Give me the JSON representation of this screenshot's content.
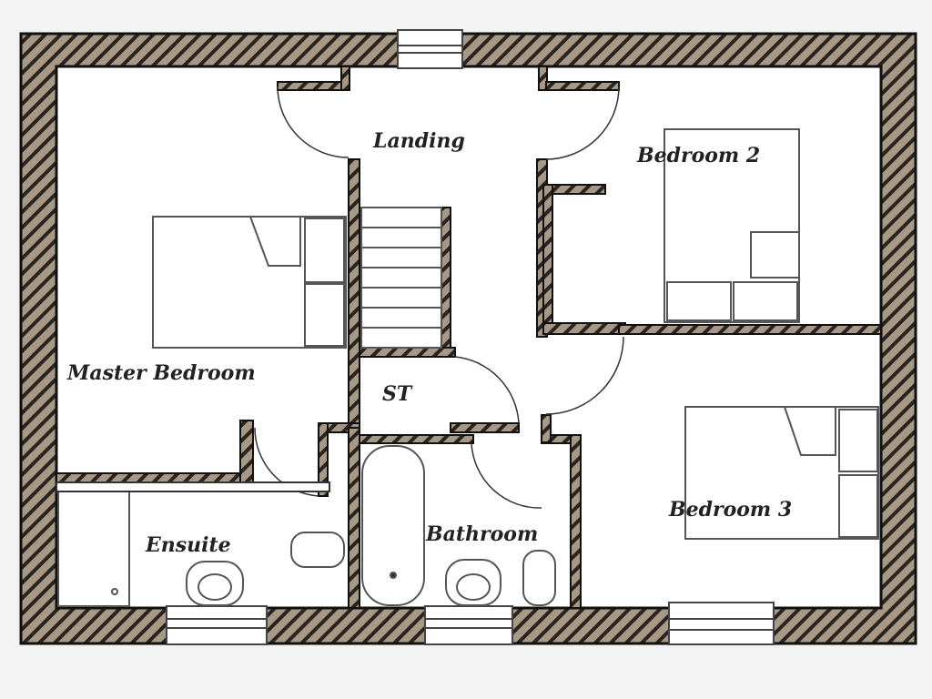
{
  "rooms": {
    "landing": "Landing",
    "bedroom_2": "Bedroom 2",
    "master_bedroom": "Master Bedroom",
    "store": "ST",
    "bedroom_3": "Bedroom 3",
    "ensuite": "Ensuite",
    "bathroom": "Bathroom"
  },
  "colors": {
    "wall_fill": "#a89886",
    "wall_hatch": "#2a2420",
    "floor": "#ffffff",
    "background": "#f3f3f3"
  }
}
